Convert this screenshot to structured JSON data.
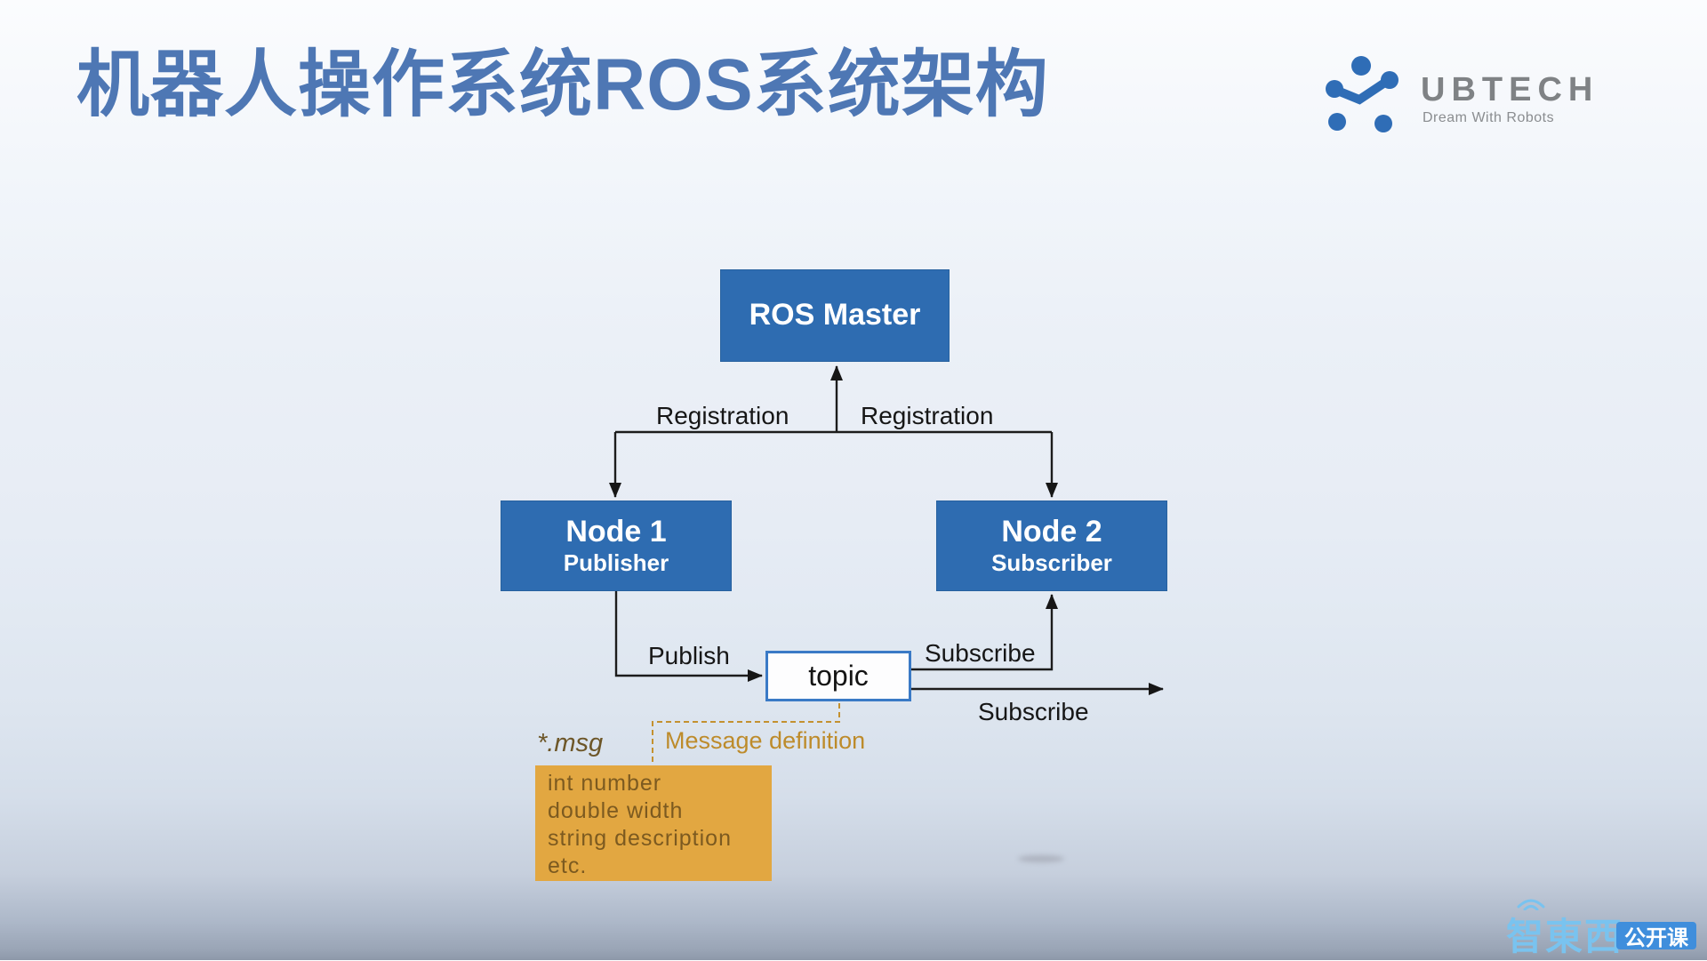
{
  "slide": {
    "title": "机器人操作系统ROS系统架构"
  },
  "brand": {
    "name": "UBTECH",
    "tagline": "Dream With Robots"
  },
  "diagram": {
    "ros_master": {
      "label": "ROS Master"
    },
    "node1": {
      "title": "Node 1",
      "subtitle": "Publisher"
    },
    "node2": {
      "title": "Node 2",
      "subtitle": "Subscriber"
    },
    "topic": {
      "label": "topic"
    },
    "labels": {
      "registration_left": "Registration",
      "registration_right": "Registration",
      "publish": "Publish",
      "subscribe_upper": "Subscribe",
      "subscribe_lower": "Subscribe",
      "msg_file": "*.msg",
      "message_definition": "Message definition"
    },
    "msg_lines": [
      "int number",
      "double width",
      "string description",
      "etc."
    ],
    "colors": {
      "node_fill": "#2e6cb1",
      "topic_border": "#3a7ac6",
      "msg_box_fill": "#e2a741",
      "msg_text": "#7c5a20",
      "dashed_connector": "#c4912f",
      "title_text": "#4e77b4",
      "brand_blue": "#2f6db6",
      "footer_blue": "#79c3ef",
      "badge_blue": "#3f8edc"
    }
  },
  "footer": {
    "brand": "智東西",
    "badge": "公开课"
  }
}
